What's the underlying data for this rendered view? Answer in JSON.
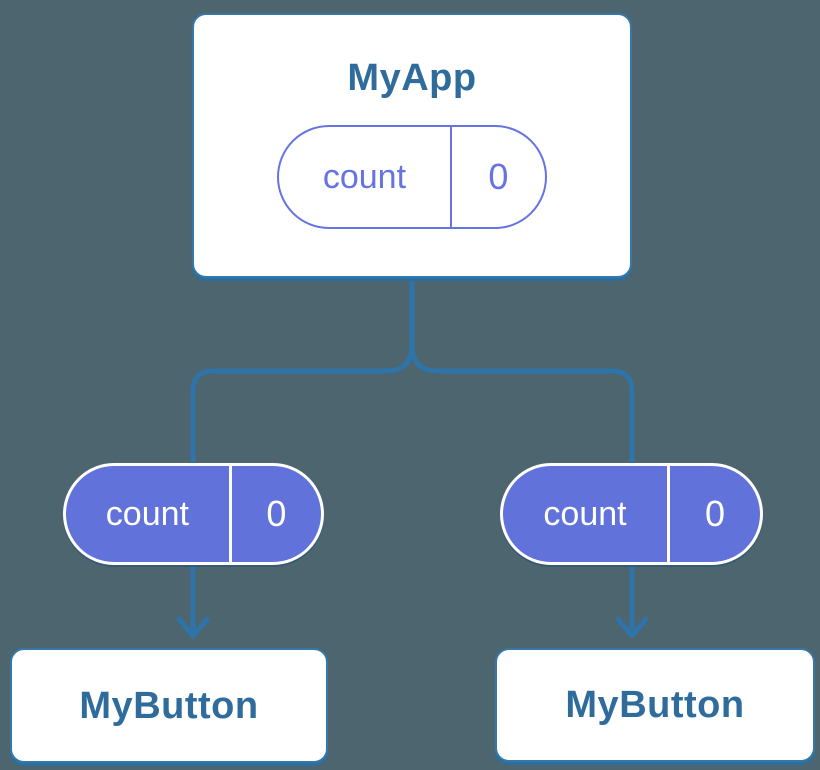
{
  "diagram": {
    "background": "#4c656f",
    "colors": {
      "connector": "#2e74a8",
      "node_fill": "#ffffff",
      "node_border": "#3578a8",
      "node_shadow": "#2a6f9f",
      "node_title": "#2f6c9c",
      "pill_purple_fill": "#6272db",
      "pill_purple_text": "#ffffff",
      "pill_outline": "#6673e3",
      "pill_outline_text": "#6673e3"
    },
    "root": {
      "title": "MyApp",
      "state_pill": {
        "name": "count",
        "value": "0"
      }
    },
    "branches": [
      {
        "prop_pill": {
          "name": "count",
          "value": "0"
        },
        "child": {
          "title": "MyButton"
        }
      },
      {
        "prop_pill": {
          "name": "count",
          "value": "0"
        },
        "child": {
          "title": "MyButton"
        }
      }
    ]
  }
}
